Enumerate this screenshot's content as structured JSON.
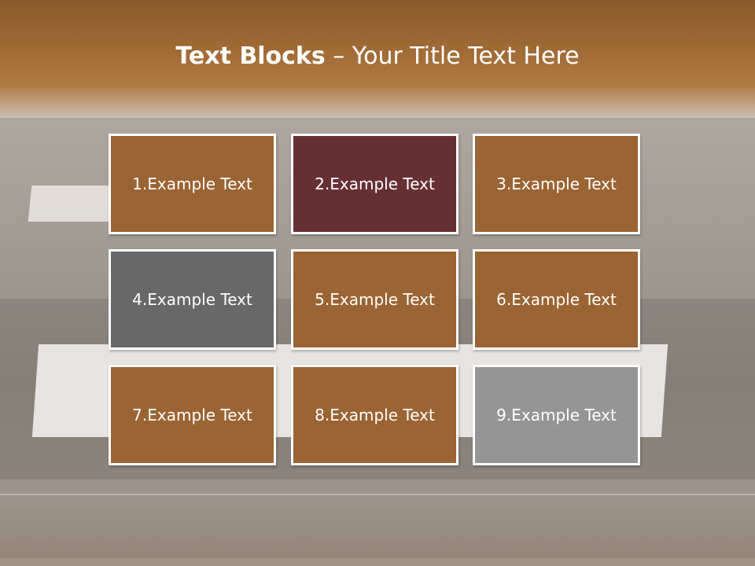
{
  "slide": {
    "title_bold": "Text Blocks",
    "title_separator": " – ",
    "title_rest": "Your Title Text Here"
  },
  "colors": {
    "brown": "#9b6433",
    "maroon": "#663033",
    "dark_gray": "#686868",
    "light_gray": "#959595",
    "border": "#ffffff"
  },
  "blocks": [
    {
      "label": "1.Example Text",
      "color": "#9b6433"
    },
    {
      "label": "2.Example Text",
      "color": "#663033"
    },
    {
      "label": "3.Example Text",
      "color": "#9b6433"
    },
    {
      "label": "4.Example Text",
      "color": "#686868"
    },
    {
      "label": "5.Example Text",
      "color": "#9b6433"
    },
    {
      "label": "6.Example Text",
      "color": "#9b6433"
    },
    {
      "label": "7.Example Text",
      "color": "#9b6433"
    },
    {
      "label": "8.Example Text",
      "color": "#9b6433"
    },
    {
      "label": "9.Example Text",
      "color": "#959595"
    }
  ]
}
